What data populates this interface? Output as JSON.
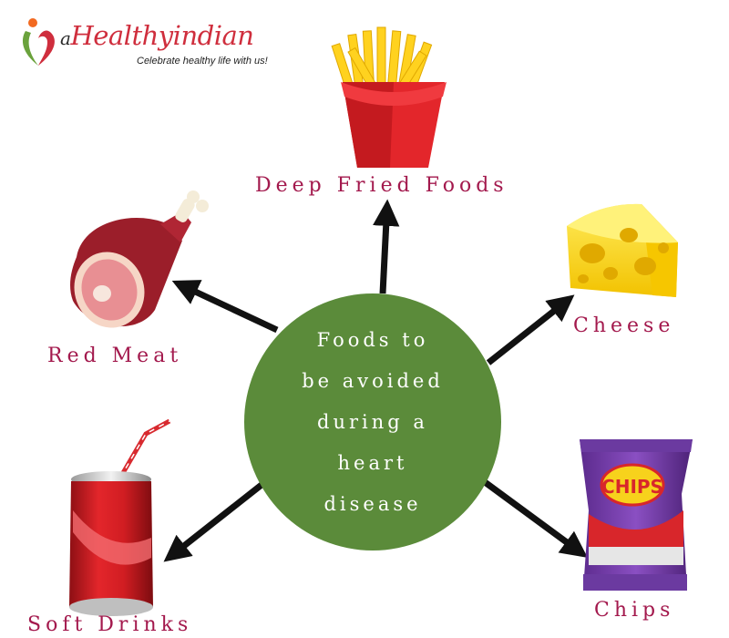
{
  "brand": {
    "name_prefix": "a",
    "name_main": "Healthy",
    "name_suffix": "indian",
    "tagline": "Celebrate healthy life with us!"
  },
  "center": {
    "lines": [
      "Foods to",
      "be avoided",
      "during a",
      "heart",
      "disease"
    ]
  },
  "items": {
    "deep_fried": "Deep Fried Foods",
    "cheese": "Cheese",
    "red_meat": "Red Meat",
    "soft_drinks": "Soft Drinks",
    "chips": "Chips",
    "chips_pack_text": "CHIPS"
  },
  "colors": {
    "label": "#a3194d",
    "center_circle": "#5b8b3a",
    "arrow": "#111111",
    "logo_orange": "#f26a21",
    "logo_green": "#6aa23c",
    "logo_red": "#cf2e3d"
  }
}
